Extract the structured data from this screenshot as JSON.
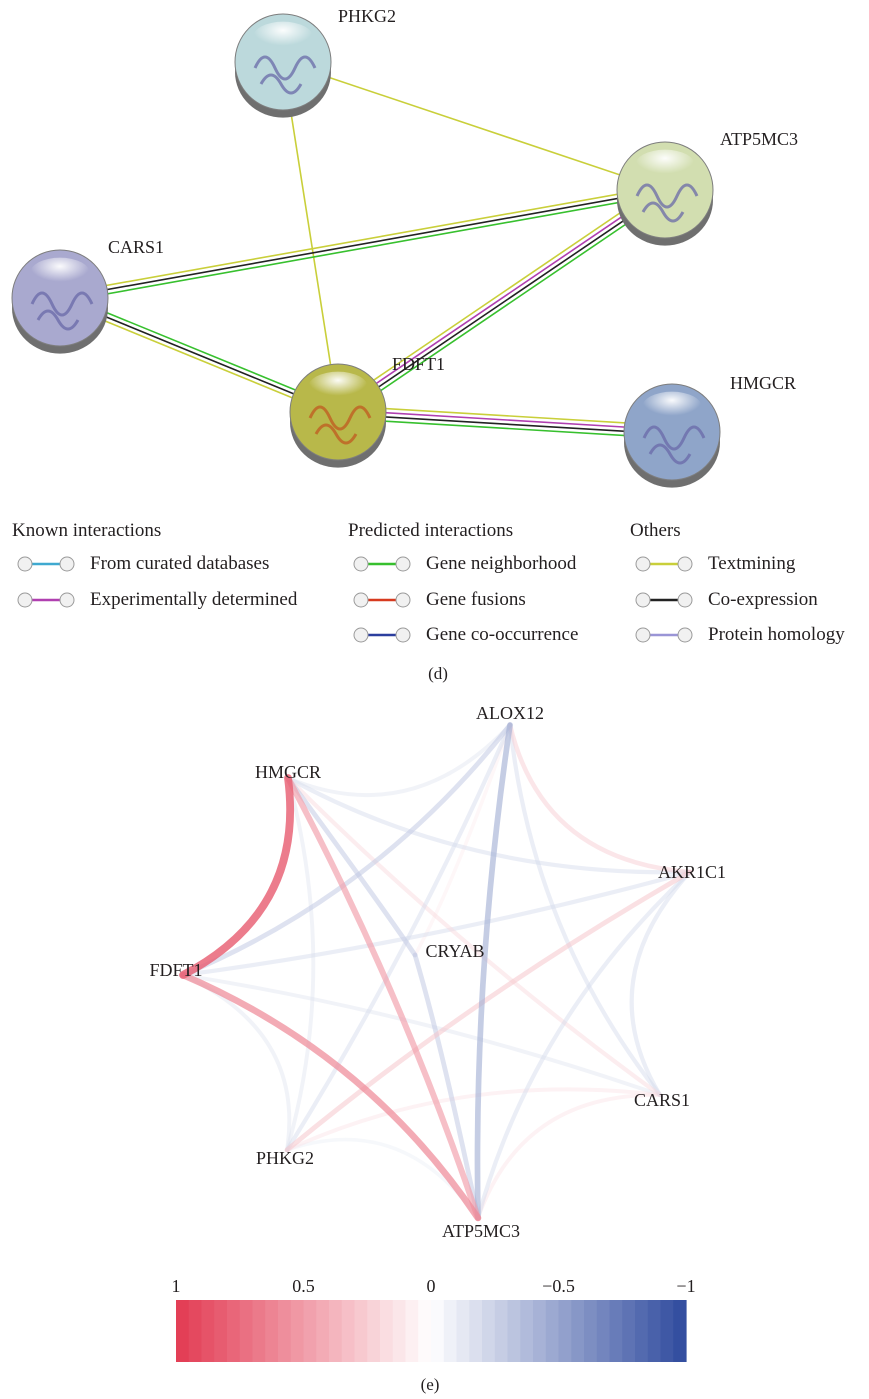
{
  "panel_d": {
    "caption": "(d)",
    "nodes": [
      {
        "id": "PHKG2",
        "label": "PHKG2",
        "fill": "#bcd9dc"
      },
      {
        "id": "ATP5MC3",
        "label": "ATP5MC3",
        "fill": "#d2deb0"
      },
      {
        "id": "CARS1",
        "label": "CARS1",
        "fill": "#a9a9cf"
      },
      {
        "id": "FDFT1",
        "label": "FDFT1",
        "fill": "#b8b84a"
      },
      {
        "id": "HMGCR",
        "label": "HMGCR",
        "fill": "#8fa5c9"
      }
    ],
    "edges": [
      {
        "source": "PHKG2",
        "target": "ATP5MC3",
        "evidence": [
          "textmining"
        ]
      },
      {
        "source": "PHKG2",
        "target": "FDFT1",
        "evidence": [
          "textmining"
        ]
      },
      {
        "source": "CARS1",
        "target": "ATP5MC3",
        "evidence": [
          "textmining",
          "coexpression",
          "neighborhood"
        ]
      },
      {
        "source": "CARS1",
        "target": "FDFT1",
        "evidence": [
          "neighborhood",
          "coexpression",
          "textmining"
        ]
      },
      {
        "source": "FDFT1",
        "target": "ATP5MC3",
        "evidence": [
          "textmining",
          "experimental",
          "coexpression",
          "neighborhood"
        ]
      },
      {
        "source": "FDFT1",
        "target": "HMGCR",
        "evidence": [
          "textmining",
          "experimental",
          "coexpression",
          "neighborhood"
        ]
      }
    ],
    "evidence_colors": {
      "curated": "#3fa9d0",
      "experimental": "#b03fb0",
      "neighborhood": "#37c02e",
      "fusion": "#d73a1f",
      "cooccurrence": "#2b3e9e",
      "textmining": "#c9cf3a",
      "coexpression": "#222222",
      "homology": "#9a95d6"
    },
    "legend": {
      "groups": [
        {
          "title": "Known interactions",
          "items": [
            {
              "label": "From curated databases",
              "color": "#3fa9d0"
            },
            {
              "label": "Experimentally determined",
              "color": "#b03fb0"
            }
          ]
        },
        {
          "title": "Predicted interactions",
          "items": [
            {
              "label": "Gene neighborhood",
              "color": "#37c02e"
            },
            {
              "label": "Gene fusions",
              "color": "#d73a1f"
            },
            {
              "label": "Gene co-occurrence",
              "color": "#2b3e9e"
            }
          ]
        },
        {
          "title": "Others",
          "items": [
            {
              "label": "Textmining",
              "color": "#c9cf3a"
            },
            {
              "label": "Co-expression",
              "color": "#222222"
            },
            {
              "label": "Protein homology",
              "color": "#9a95d6"
            }
          ]
        }
      ]
    }
  },
  "panel_e": {
    "caption": "(e)",
    "nodes": [
      {
        "id": "ALOX12",
        "label": "ALOX12"
      },
      {
        "id": "HMGCR",
        "label": "HMGCR"
      },
      {
        "id": "AKR1C1",
        "label": "AKR1C1"
      },
      {
        "id": "CRYAB",
        "label": "CRYAB"
      },
      {
        "id": "FDFT1",
        "label": "FDFT1"
      },
      {
        "id": "CARS1",
        "label": "CARS1"
      },
      {
        "id": "PHKG2",
        "label": "PHKG2"
      },
      {
        "id": "ATP5MC3",
        "label": "ATP5MC3"
      }
    ],
    "edges": [
      {
        "a": "HMGCR",
        "b": "FDFT1",
        "r": 0.8
      },
      {
        "a": "FDFT1",
        "b": "ATP5MC3",
        "r": 0.6
      },
      {
        "a": "HMGCR",
        "b": "ATP5MC3",
        "r": 0.5
      },
      {
        "a": "ALOX12",
        "b": "ATP5MC3",
        "r": -0.45
      },
      {
        "a": "FDFT1",
        "b": "ALOX12",
        "r": -0.3
      },
      {
        "a": "HMGCR",
        "b": "AKR1C1",
        "r": -0.2
      },
      {
        "a": "HMGCR",
        "b": "ALOX12",
        "r": -0.15
      },
      {
        "a": "ALOX12",
        "b": "AKR1C1",
        "r": 0.25
      },
      {
        "a": "ALOX12",
        "b": "CARS1",
        "r": -0.2
      },
      {
        "a": "AKR1C1",
        "b": "CARS1",
        "r": -0.2
      },
      {
        "a": "FDFT1",
        "b": "AKR1C1",
        "r": -0.2
      },
      {
        "a": "FDFT1",
        "b": "CARS1",
        "r": -0.15
      },
      {
        "a": "HMGCR",
        "b": "CRYAB",
        "r": -0.3
      },
      {
        "a": "HMGCR",
        "b": "CARS1",
        "r": 0.2
      },
      {
        "a": "CRYAB",
        "b": "ATP5MC3",
        "r": -0.3
      },
      {
        "a": "FDFT1",
        "b": "PHKG2",
        "r": -0.15
      },
      {
        "a": "PHKG2",
        "b": "AKR1C1",
        "r": 0.3
      },
      {
        "a": "PHKG2",
        "b": "ALOX12",
        "r": -0.2
      },
      {
        "a": "PHKG2",
        "b": "CARS1",
        "r": 0.15
      },
      {
        "a": "PHKG2",
        "b": "ATP5MC3",
        "r": -0.1
      },
      {
        "a": "HMGCR",
        "b": "PHKG2",
        "r": -0.15
      },
      {
        "a": "ATP5MC3",
        "b": "CARS1",
        "r": 0.15
      },
      {
        "a": "ATP5MC3",
        "b": "AKR1C1",
        "r": -0.2
      },
      {
        "a": "CRYAB",
        "b": "ALOX12",
        "r": 0.1
      }
    ],
    "colorbar": {
      "ticks": [
        "1",
        "0.5",
        "0",
        "−0.5",
        "−1"
      ],
      "max_color": "#e23a52",
      "min_color": "#2f4a9e",
      "mid_color": "#ffffff",
      "steps": 40
    }
  }
}
